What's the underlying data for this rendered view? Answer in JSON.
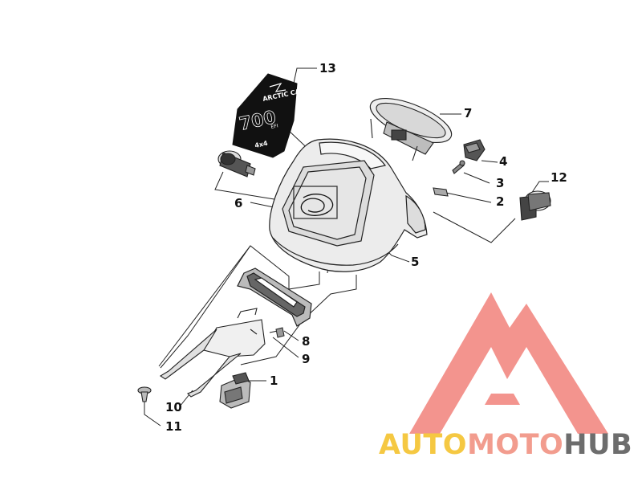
{
  "diagram": {
    "callouts": [
      {
        "id": "1",
        "label": "1"
      },
      {
        "id": "2",
        "label": "2"
      },
      {
        "id": "3",
        "label": "3"
      },
      {
        "id": "4",
        "label": "4"
      },
      {
        "id": "5",
        "label": "5"
      },
      {
        "id": "6",
        "label": "6"
      },
      {
        "id": "7",
        "label": "7"
      },
      {
        "id": "8",
        "label": "8"
      },
      {
        "id": "9",
        "label": "9"
      },
      {
        "id": "10",
        "label": "10"
      },
      {
        "id": "11",
        "label": "11"
      },
      {
        "id": "12",
        "label": "12"
      },
      {
        "id": "13",
        "label": "13"
      }
    ],
    "decal": {
      "brand_text": "ARCTIC CAT",
      "model_text": "700",
      "suffix_text": "EFI",
      "drive_text": "4x4"
    }
  },
  "watermark": {
    "part1": "AUTO",
    "part2": "MOTO",
    "part3": "HUB",
    "colors": {
      "auto": "#f5c842",
      "moto": "#f29c8e",
      "hub": "#6d6d6d",
      "logo": "#f28b85"
    }
  }
}
